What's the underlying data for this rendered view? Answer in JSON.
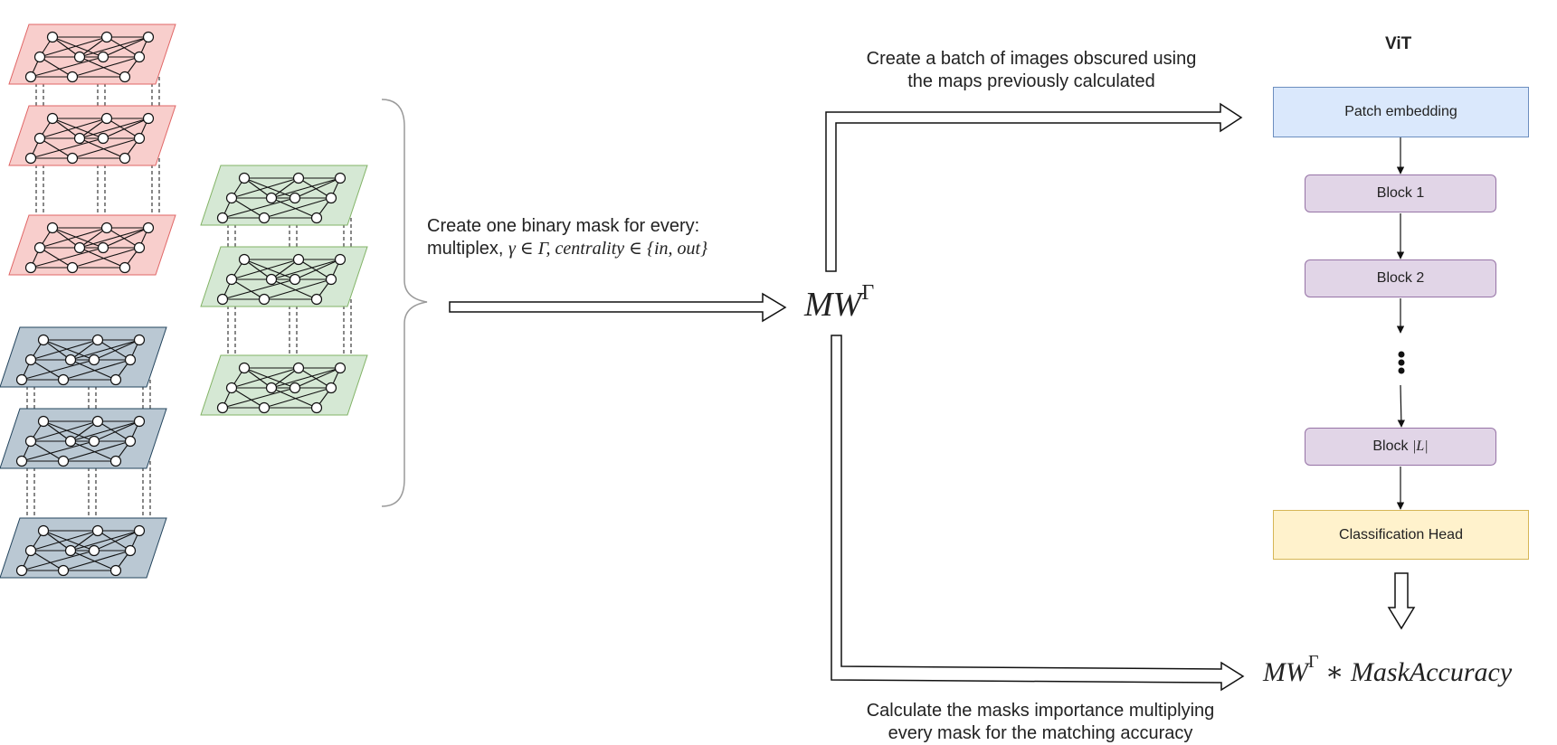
{
  "colors": {
    "pink_fill": "#f8cecc",
    "pink_stroke": "#e06666",
    "slate_fill": "#bac8d3",
    "slate_stroke": "#23445d",
    "green_fill": "#d5e8d4",
    "green_stroke": "#82b366",
    "patch_fill": "#dae8fc",
    "block_fill": "#e1d5e7",
    "head_fill": "#fff2cc"
  },
  "labels": {
    "mask_line1": "Create one binary mask for every:",
    "mask_line2_prefix": "multiplex, ",
    "mask_line2_math": "γ ∈ Γ, centrality ∈ {in, out}",
    "batch_line1": "Create a batch of images obscured using",
    "batch_line2": "the maps previously calculated",
    "importance_line1": "Calculate the masks importance multiplying",
    "importance_line2": "every mask for the matching accuracy"
  },
  "formula": {
    "mw_base": "MW",
    "mw_sup": "Γ",
    "result_base": "MW",
    "result_sup": "Γ",
    "result_rest": " ∗ MaskAccuracy"
  },
  "vit": {
    "title": "ViT",
    "patch_embedding": "Patch embedding",
    "block1": "Block 1",
    "block2": "Block 2",
    "block_last_prefix": "Block ",
    "block_last_math": "|L|",
    "classification_head": "Classification Head"
  }
}
